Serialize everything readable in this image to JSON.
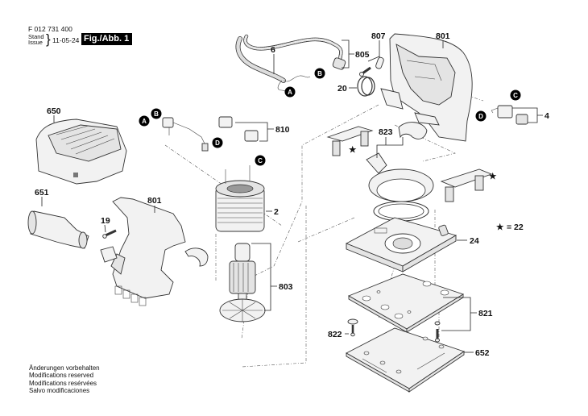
{
  "header": {
    "part_number": "F 012 731 400",
    "stand_label": "Stand",
    "issue_label": "Issue",
    "date": "11-05-24",
    "figure_badge": "Fig./Abb. 1"
  },
  "footer_notes": [
    "Änderungen vorbehalten",
    "Modifications reserved",
    "Modifications resérvées",
    "Salvo modificaciones"
  ],
  "part_labels": {
    "p6": "6",
    "p805": "805",
    "p807": "807",
    "p801_top": "801",
    "p20": "20",
    "p650": "650",
    "p810": "810",
    "p4": "4",
    "p823": "823",
    "p651": "651",
    "p801_left": "801",
    "p19": "19",
    "p2": "2",
    "p803": "803",
    "p24": "24",
    "p821": "821",
    "p822": "822",
    "p652": "652"
  },
  "connector_markers": {
    "A1": "A",
    "B1": "B",
    "A2": "A",
    "B2": "B",
    "C1": "C",
    "D1": "D",
    "C2": "C",
    "D2": "D"
  },
  "legend": {
    "star_symbol": "★",
    "star_equals": "= 22"
  },
  "star_markers": [
    "★",
    "★"
  ]
}
